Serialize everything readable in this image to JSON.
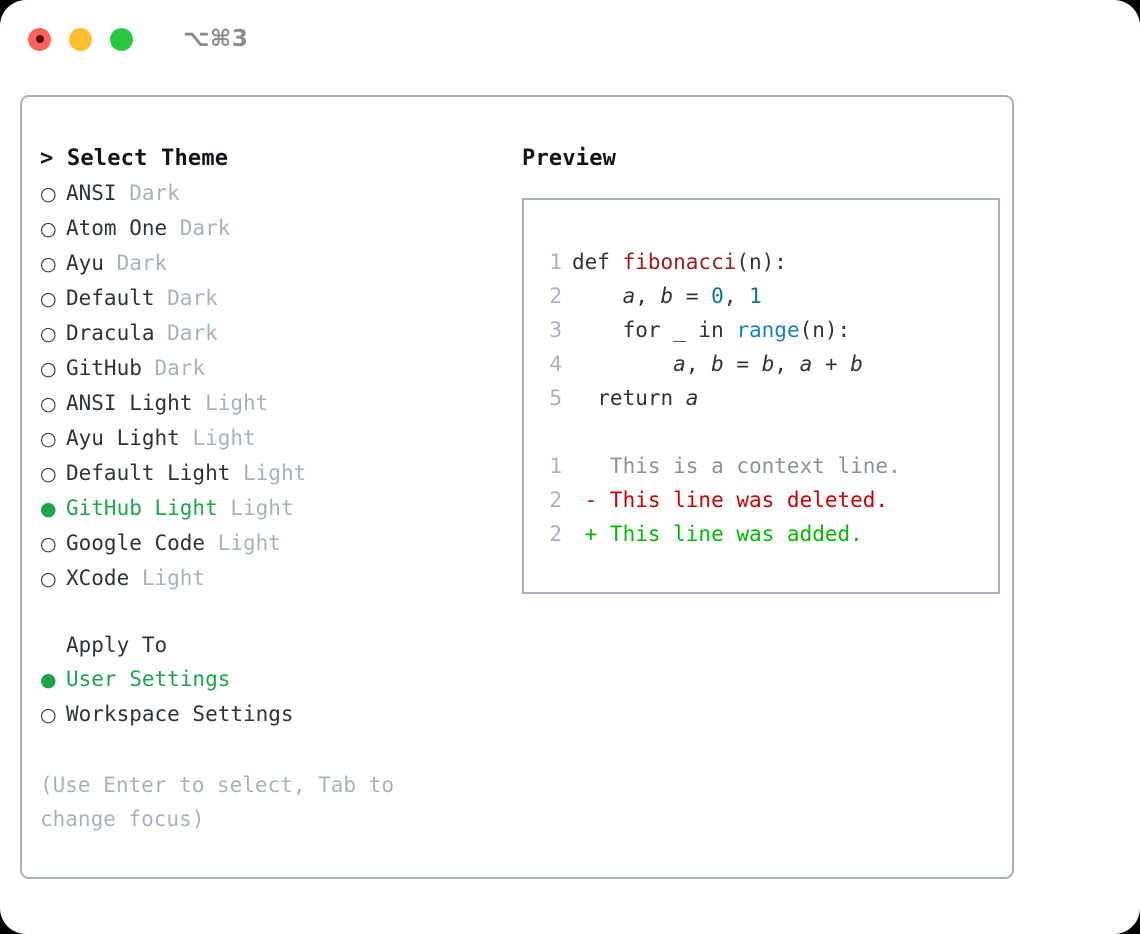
{
  "titlebar": {
    "shortcut": "⌥⌘3",
    "lights": [
      "close",
      "minimize",
      "zoom"
    ]
  },
  "left": {
    "heading": "> Select Theme",
    "themes": [
      {
        "marker": "○",
        "name": "ANSI",
        "variant": "Dark",
        "selected": false
      },
      {
        "marker": "○",
        "name": "Atom One",
        "variant": "Dark",
        "selected": false
      },
      {
        "marker": "○",
        "name": "Ayu",
        "variant": "Dark",
        "selected": false
      },
      {
        "marker": "○",
        "name": "Default",
        "variant": "Dark",
        "selected": false
      },
      {
        "marker": "○",
        "name": "Dracula",
        "variant": "Dark",
        "selected": false
      },
      {
        "marker": "○",
        "name": "GitHub",
        "variant": "Dark",
        "selected": false
      },
      {
        "marker": "○",
        "name": "ANSI Light",
        "variant": "Light",
        "selected": false
      },
      {
        "marker": "○",
        "name": "Ayu Light",
        "variant": "Light",
        "selected": false
      },
      {
        "marker": "○",
        "name": "Default Light",
        "variant": "Light",
        "selected": false
      },
      {
        "marker": "●",
        "name": "GitHub Light",
        "variant": "Light",
        "selected": true
      },
      {
        "marker": "○",
        "name": "Google Code",
        "variant": "Light",
        "selected": false
      },
      {
        "marker": "○",
        "name": "XCode",
        "variant": "Light",
        "selected": false
      }
    ],
    "apply_to_label": "Apply To",
    "apply_options": [
      {
        "marker": "●",
        "name": "User Settings",
        "selected": true
      },
      {
        "marker": "○",
        "name": "Workspace Settings",
        "selected": false
      }
    ],
    "hint": "(Use Enter to select, Tab to change focus)"
  },
  "right": {
    "heading": "Preview",
    "code_lines": [
      {
        "no": "1",
        "tokens": [
          {
            "t": "def ",
            "k": "kw"
          },
          {
            "t": "fibonacci",
            "k": "fn"
          },
          {
            "t": "(n):",
            "k": "kw"
          }
        ]
      },
      {
        "no": "2",
        "tokens": [
          {
            "t": "    ",
            "k": "kw"
          },
          {
            "t": "a",
            "k": "var"
          },
          {
            "t": ", ",
            "k": "kw"
          },
          {
            "t": "b",
            "k": "var"
          },
          {
            "t": " = ",
            "k": "kw"
          },
          {
            "t": "0",
            "k": "num"
          },
          {
            "t": ", ",
            "k": "kw"
          },
          {
            "t": "1",
            "k": "num"
          }
        ]
      },
      {
        "no": "3",
        "tokens": [
          {
            "t": "    for _ in ",
            "k": "kw"
          },
          {
            "t": "range",
            "k": "call"
          },
          {
            "t": "(n):",
            "k": "kw"
          }
        ]
      },
      {
        "no": "4",
        "tokens": [
          {
            "t": "        ",
            "k": "kw"
          },
          {
            "t": "a",
            "k": "var"
          },
          {
            "t": ", ",
            "k": "kw"
          },
          {
            "t": "b",
            "k": "var"
          },
          {
            "t": " = ",
            "k": "kw"
          },
          {
            "t": "b",
            "k": "var"
          },
          {
            "t": ", ",
            "k": "kw"
          },
          {
            "t": "a",
            "k": "var"
          },
          {
            "t": " + ",
            "k": "kw"
          },
          {
            "t": "b",
            "k": "var"
          }
        ]
      },
      {
        "no": "5",
        "tokens": [
          {
            "t": "  return ",
            "k": "kw"
          },
          {
            "t": "a",
            "k": "var"
          }
        ]
      }
    ],
    "diff_lines": [
      {
        "no": "1",
        "sign": " ",
        "text": "This is a context line.",
        "kind": "ctx"
      },
      {
        "no": "2",
        "sign": "-",
        "text": "This line was deleted.",
        "kind": "del"
      },
      {
        "no": "2",
        "sign": "+",
        "text": "This line was added.",
        "kind": "add"
      }
    ]
  },
  "colors": {
    "accent_green": "#1da54b",
    "diff_add": "#00bb00",
    "diff_del": "#cc0000",
    "border": "#a8b0be",
    "muted": "#a9b1be",
    "text": "#2e3338",
    "token_fn": "#a01919",
    "token_num": "#0a7b7c",
    "token_call": "#1283c3"
  }
}
